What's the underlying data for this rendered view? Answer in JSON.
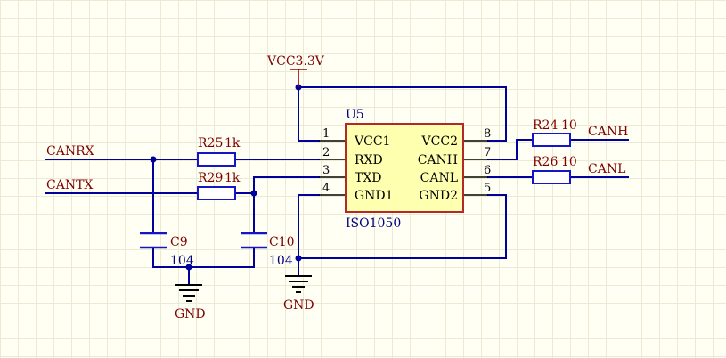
{
  "nets": {
    "power": "VCC3.3V",
    "canrx": "CANRX",
    "cantx": "CANTX",
    "canh": "CANH",
    "canl": "CANL",
    "gnd_left": "GND",
    "gnd_right": "GND"
  },
  "chip": {
    "designator": "U5",
    "part": "ISO1050",
    "pins_left": [
      {
        "num": "1",
        "name": "VCC1"
      },
      {
        "num": "2",
        "name": "RXD"
      },
      {
        "num": "3",
        "name": "TXD"
      },
      {
        "num": "4",
        "name": "GND1"
      }
    ],
    "pins_right": [
      {
        "num": "8",
        "name": "VCC2"
      },
      {
        "num": "7",
        "name": "CANH"
      },
      {
        "num": "6",
        "name": "CANL"
      },
      {
        "num": "5",
        "name": "GND2"
      }
    ]
  },
  "resistors": [
    {
      "designator": "R25",
      "value": "1k"
    },
    {
      "designator": "R29",
      "value": "1k"
    },
    {
      "designator": "R24",
      "value": "10"
    },
    {
      "designator": "R26",
      "value": "10"
    }
  ],
  "capacitors": [
    {
      "designator": "C9",
      "value": "104"
    },
    {
      "designator": "C10",
      "value": "104"
    }
  ]
}
